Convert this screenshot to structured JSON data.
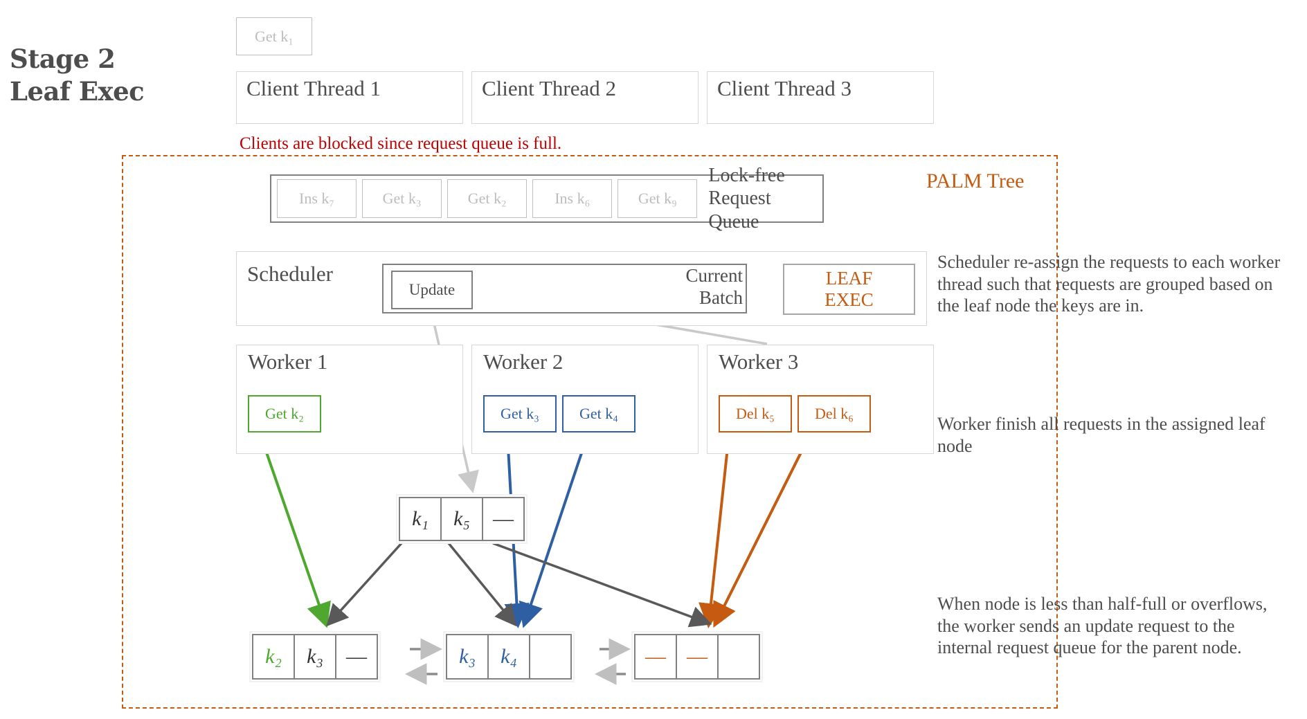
{
  "stage": {
    "line1": "Stage 2",
    "line2": "Leaf Exec"
  },
  "clients": {
    "pending_request": "Get k₁",
    "threads": [
      "Client Thread 1",
      "Client Thread 2",
      "Client Thread 3"
    ],
    "blocked_note": "Clients are blocked since request queue is full."
  },
  "palm": {
    "label": "PALM Tree"
  },
  "queue": {
    "items": [
      "Ins k₇",
      "Get k₃",
      "Get k₂",
      "Ins k₆",
      "Get k₉"
    ],
    "caption_line1": "Lock-free",
    "caption_line2": "Request Queue"
  },
  "scheduler": {
    "label": "Scheduler",
    "update_label": "Update",
    "batch_line1": "Current",
    "batch_line2": "Batch",
    "leaf_exec_line1": "LEAF",
    "leaf_exec_line2": "EXEC"
  },
  "workers": [
    {
      "title": "Worker 1",
      "color": "#4ea72e",
      "requests": [
        "Get k₂"
      ]
    },
    {
      "title": "Worker 2",
      "color": "#2e5fa3",
      "requests": [
        "Get k₃",
        "Get k₄"
      ]
    },
    {
      "title": "Worker 3",
      "color": "#c55a11",
      "requests": [
        "Del k₅",
        "Del k₆"
      ]
    }
  ],
  "tree": {
    "internal_node": {
      "cells": [
        "k₁",
        "k₅",
        "—"
      ]
    },
    "leaves": [
      {
        "cells": [
          "k₂",
          "k₃",
          "—"
        ]
      },
      {
        "cells": [
          "k₃",
          "k₄",
          ""
        ]
      },
      {
        "cells": [
          "—",
          "—",
          ""
        ]
      }
    ]
  },
  "notes": {
    "note1": "Scheduler re-assign the requests to each worker thread such that requests are grouped based on the leaf node the keys are in.",
    "note2": "Worker finish all requests in the assigned leaf node",
    "note3": "When node is less than half-full or overflows, the worker sends an update request to the internal request queue for the parent node."
  },
  "colors": {
    "green": "#4ea72e",
    "blue": "#2e5fa3",
    "orange": "#c55a11",
    "red": "#c00000",
    "gray": "#808080"
  }
}
